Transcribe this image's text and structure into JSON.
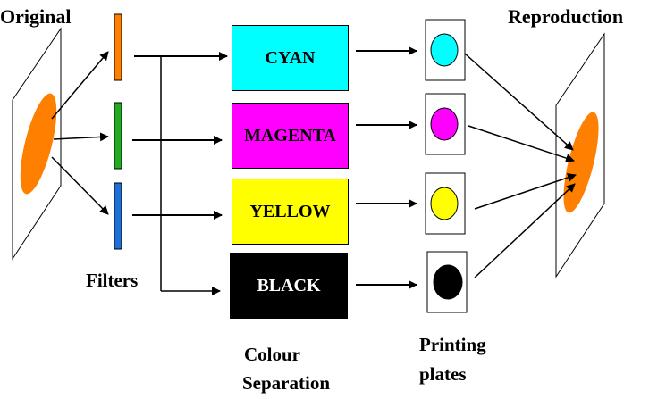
{
  "labels": {
    "original": "Original",
    "reproduction": "Reproduction",
    "filters": "Filters",
    "colour_separation_line1": "Colour",
    "colour_separation_line2": "Separation",
    "printing_plates_line1": "Printing",
    "printing_plates_line2": "plates"
  },
  "separations": [
    {
      "label": "CYAN",
      "box_color": "#00ffff",
      "text_color": "#000000",
      "filter_color": "#ff7f00",
      "dot_color": "#00ffff"
    },
    {
      "label": "MAGENTA",
      "box_color": "#ff00ff",
      "text_color": "#000000",
      "filter_color": "#22aa22",
      "dot_color": "#ff00ff"
    },
    {
      "label": "YELLOW",
      "box_color": "#ffff00",
      "text_color": "#000000",
      "filter_color": "#1f6fd6",
      "dot_color": "#ffff00"
    },
    {
      "label": "BLACK",
      "box_color": "#000000",
      "text_color": "#ffffff",
      "filter_color": null,
      "dot_color": "#000000"
    }
  ],
  "colors": {
    "original_image": "#ff7f00",
    "reproduction_image": "#ff7f00",
    "line": "#000000"
  }
}
